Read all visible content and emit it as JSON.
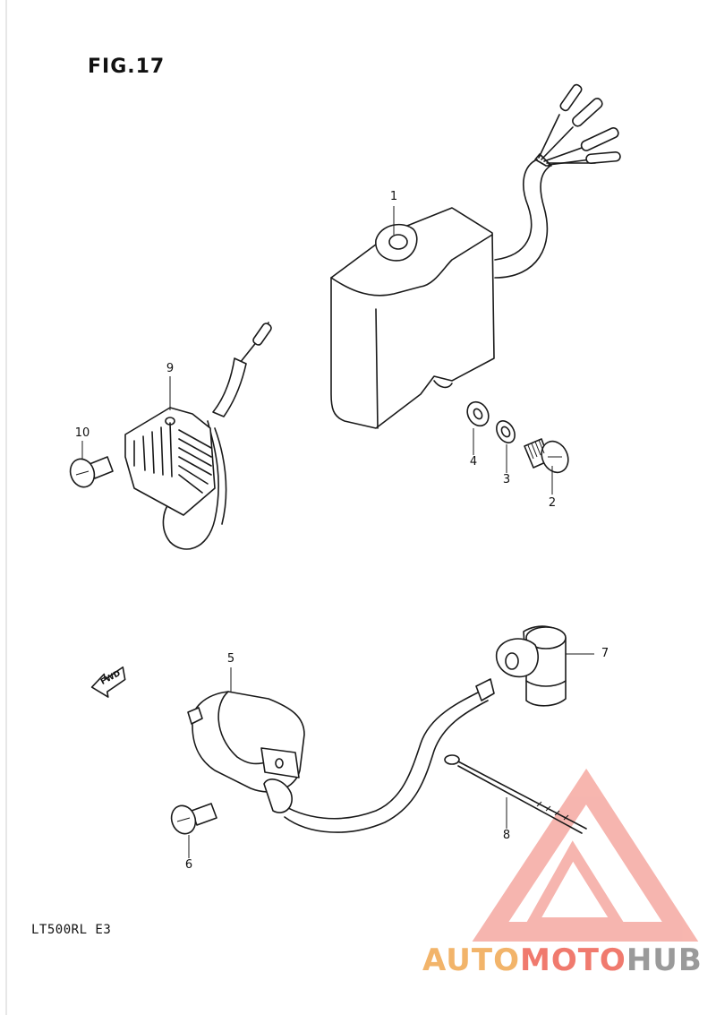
{
  "figure": {
    "title": "FIG.17",
    "model_code": "LT500RL  E3",
    "fwd_label": "FWD"
  },
  "callouts": [
    {
      "id": "1",
      "label": "1"
    },
    {
      "id": "2",
      "label": "2"
    },
    {
      "id": "3",
      "label": "3"
    },
    {
      "id": "4",
      "label": "4"
    },
    {
      "id": "5",
      "label": "5"
    },
    {
      "id": "6",
      "label": "6"
    },
    {
      "id": "7",
      "label": "7"
    },
    {
      "id": "8",
      "label": "8"
    },
    {
      "id": "9",
      "label": "9"
    },
    {
      "id": "10",
      "label": "10"
    }
  ],
  "watermark": {
    "part1": "AUTO",
    "part2": "MOTO",
    "part3": "HUB",
    "colors": {
      "orange": "#f2b46a",
      "red": "#f07a6e",
      "gray": "#9a9a9a"
    }
  }
}
